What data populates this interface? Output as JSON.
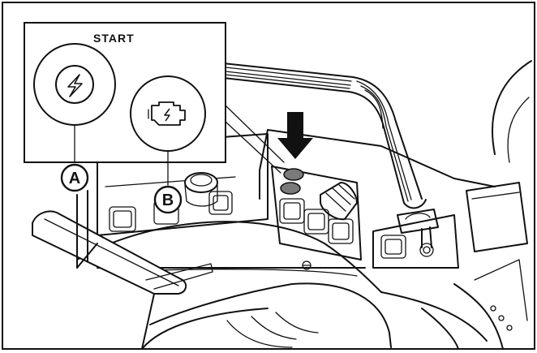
{
  "inset": {
    "title": "START"
  },
  "callouts": [
    {
      "id": "A",
      "label": "A",
      "icon": "lightning-icon"
    },
    {
      "id": "B",
      "label": "B",
      "icon": "engine-icon"
    }
  ],
  "colors": {
    "line": "#111111",
    "indicator_fill": "#7a7a7a",
    "background": "#ffffff"
  }
}
